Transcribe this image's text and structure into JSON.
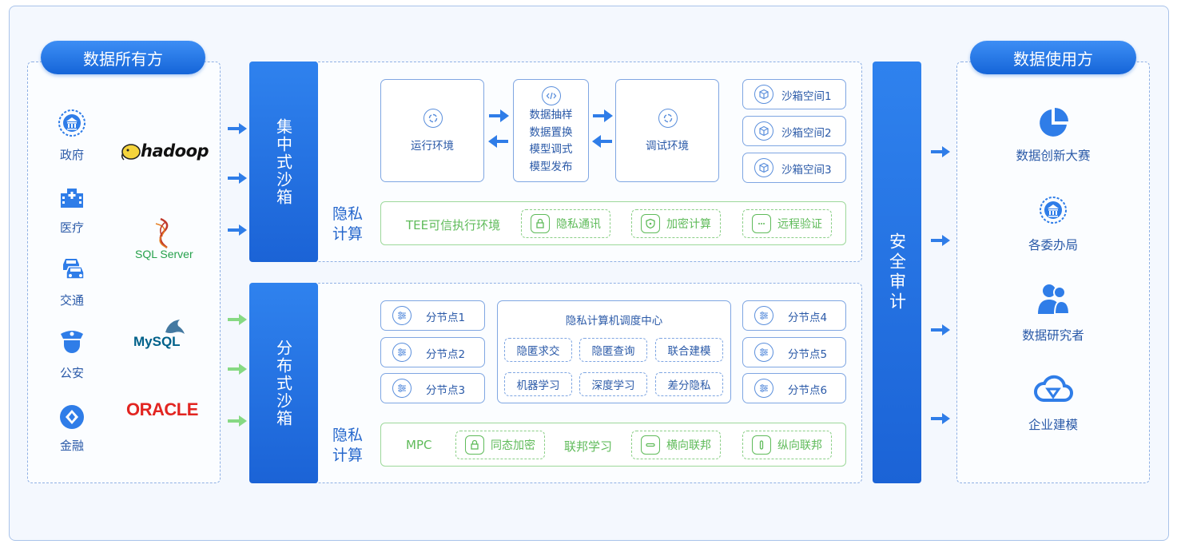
{
  "owner_title": "数据所有方",
  "user_title": "数据使用方",
  "owners": [
    "政府",
    "医疗",
    "交通",
    "公安",
    "金融"
  ],
  "db_logos": [
    "hadoop",
    "SQL Server",
    "MySQL",
    "ORACLE"
  ],
  "central": {
    "label": "集中式沙箱",
    "run_env": "运行环境",
    "steps": [
      "数据抽样",
      "数据置换",
      "模型调式",
      "模型发布"
    ],
    "debug_env": "调试环境",
    "spaces": [
      "沙箱空间1",
      "沙箱空间2",
      "沙箱空间3"
    ],
    "privacy_label": "隐私计算",
    "tee": "TEE可信执行环境",
    "tee_items": [
      "隐私通讯",
      "加密计算",
      "远程验证"
    ]
  },
  "distributed": {
    "label": "分布式沙箱",
    "left_nodes": [
      "分节点1",
      "分节点2",
      "分节点3"
    ],
    "center_title": "隐私计算机调度中心",
    "center_items": [
      "隐匿求交",
      "隐匿查询",
      "联合建模",
      "机器学习",
      "深度学习",
      "差分隐私"
    ],
    "right_nodes": [
      "分节点4",
      "分节点5",
      "分节点6"
    ],
    "privacy_label": "隐私计算",
    "mpc": "MPC",
    "mpc_item": "同态加密",
    "fed": "联邦学习",
    "fed_items": [
      "横向联邦",
      "纵向联邦"
    ]
  },
  "audit": "安全审计",
  "users": [
    "数据创新大赛",
    "各委办局",
    "数据研究者",
    "企业建模"
  ],
  "colors": {
    "primary": "#1b63d6",
    "green": "#5fbb5a",
    "frame": "#a9c3ea"
  }
}
